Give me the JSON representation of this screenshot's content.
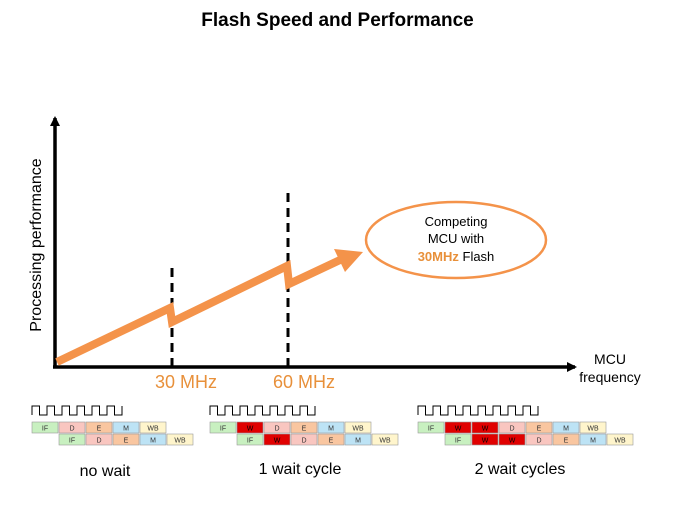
{
  "title": "Flash Speed and Performance",
  "axes": {
    "y_label": "Processing performance",
    "x_label_line1": "MCU",
    "x_label_line2": "frequency"
  },
  "markers": [
    {
      "label": "30 MHz"
    },
    {
      "label": "60 MHz"
    }
  ],
  "callout": {
    "line1": "Competing",
    "line2": "MCU with",
    "highlight": "30MHz",
    "suffix": " Flash"
  },
  "pipelines": [
    {
      "caption": "no wait",
      "rows": [
        [
          "IF",
          "D",
          "E",
          "M",
          "WB"
        ],
        [
          "IF",
          "D",
          "E",
          "M",
          "WB"
        ]
      ]
    },
    {
      "caption": "1 wait cycle",
      "rows": [
        [
          "IF",
          "W",
          "D",
          "E",
          "M",
          "WB"
        ],
        [
          "IF",
          "W",
          "D",
          "E",
          "M",
          "WB"
        ]
      ]
    },
    {
      "caption": "2 wait cycles",
      "rows": [
        [
          "IF",
          "W",
          "W",
          "D",
          "E",
          "M",
          "WB"
        ],
        [
          "IF",
          "W",
          "W",
          "D",
          "E",
          "M",
          "WB"
        ]
      ]
    }
  ],
  "colors": {
    "accent_orange": "#F4934A",
    "callout_text_orange": "#E8903A",
    "IF": "#C8F0C0",
    "D": "#F9C6C0",
    "E": "#F9C6A0",
    "M": "#BDE3F5",
    "WB": "#FFF5CC",
    "W": "#E00000"
  }
}
